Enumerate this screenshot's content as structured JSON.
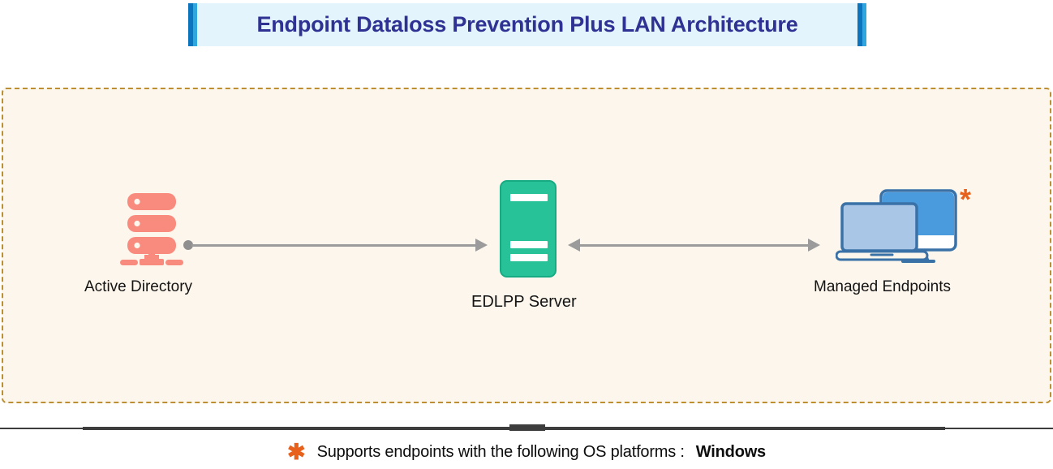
{
  "banner": {
    "title": "Endpoint Dataloss Prevention Plus LAN Architecture"
  },
  "diagram": {
    "nodes": [
      {
        "id": "active-directory",
        "label": "Active Directory",
        "icon": "server-rack-icon"
      },
      {
        "id": "edlpp-server",
        "label": "EDLPP Server",
        "icon": "server-tower-icon"
      },
      {
        "id": "managed-endpoints",
        "label": "Managed Endpoints",
        "icon": "laptop-and-monitor-icon",
        "annotation": "*"
      }
    ],
    "connections": [
      {
        "from": "active-directory",
        "to": "edlpp-server",
        "style": "dot-to-arrow"
      },
      {
        "from": "edlpp-server",
        "to": "managed-endpoints",
        "style": "double-arrow"
      }
    ]
  },
  "footnote": {
    "marker": "✱",
    "text": "Supports endpoints with the following OS platforms :",
    "highlight": "Windows"
  },
  "colors": {
    "banner_background": "#e4f4fc",
    "banner_title": "#2f3193",
    "banner_bar_dark": "#0b74bd",
    "banner_bar_light": "#2fa7de",
    "container_background": "#fdf6ec",
    "container_border": "#bd8f33",
    "active_directory_icon": "#f98b7e",
    "edlpp_server_icon": "#28c298",
    "endpoint_monitor": "#4a9ade",
    "endpoint_laptop": "#a9c6e6",
    "endpoint_outline": "#3a72a8",
    "arrow": "#9b9b9b",
    "asterisk": "#e8611c",
    "divider": "#3d3d3d"
  }
}
